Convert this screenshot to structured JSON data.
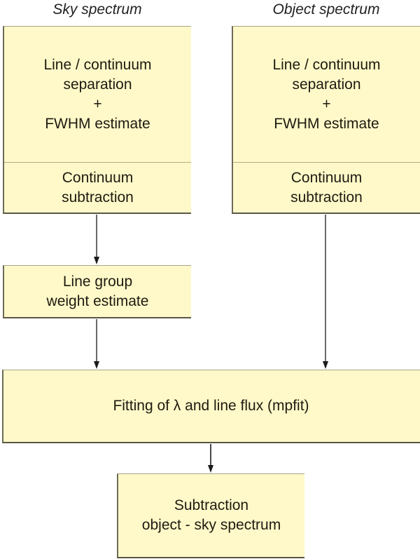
{
  "columns": {
    "sky_title": "Sky spectrum",
    "object_title": "Object spectrum"
  },
  "sky_box": {
    "top_lines": [
      "Line / continuum",
      "separation",
      "+",
      "FWHM estimate"
    ],
    "bottom_lines": [
      "Continuum",
      "subtraction"
    ]
  },
  "object_box": {
    "top_lines": [
      "Line / continuum",
      "separation",
      "+",
      "FWHM estimate"
    ],
    "bottom_lines": [
      "Continuum",
      "subtraction"
    ]
  },
  "line_group_box": {
    "lines": [
      "Line group",
      "weight estimate"
    ]
  },
  "fitting_box": {
    "text": "Fitting of λ and line flux (mpfit)"
  },
  "subtraction_box": {
    "lines": [
      "Subtraction",
      "object - sky spectrum"
    ]
  },
  "colors": {
    "box_fill": "#fff9c9",
    "arrow": "#1a1a1a"
  },
  "edges": [
    {
      "from": "sky_box",
      "to": "line_group_box"
    },
    {
      "from": "line_group_box",
      "to": "fitting_box"
    },
    {
      "from": "object_box",
      "to": "fitting_box"
    },
    {
      "from": "fitting_box",
      "to": "subtraction_box"
    }
  ]
}
